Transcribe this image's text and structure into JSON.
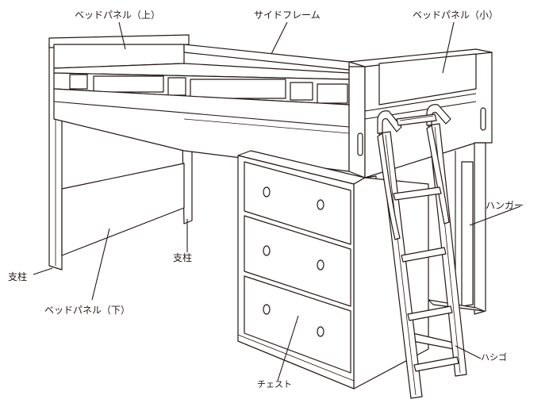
{
  "labels": {
    "bed_panel_upper": "ベッドパネル（上）",
    "side_frame": "サイドフレーム",
    "bed_panel_small": "ベッドパネル（小）",
    "hanger": "ハンガー",
    "post_left": "支柱",
    "post_center": "支柱",
    "bed_panel_lower": "ベッドパネル（下）",
    "chest": "チェスト",
    "ladder": "ハシゴ"
  },
  "colors": {
    "line": "#231815",
    "background": "#ffffff"
  }
}
